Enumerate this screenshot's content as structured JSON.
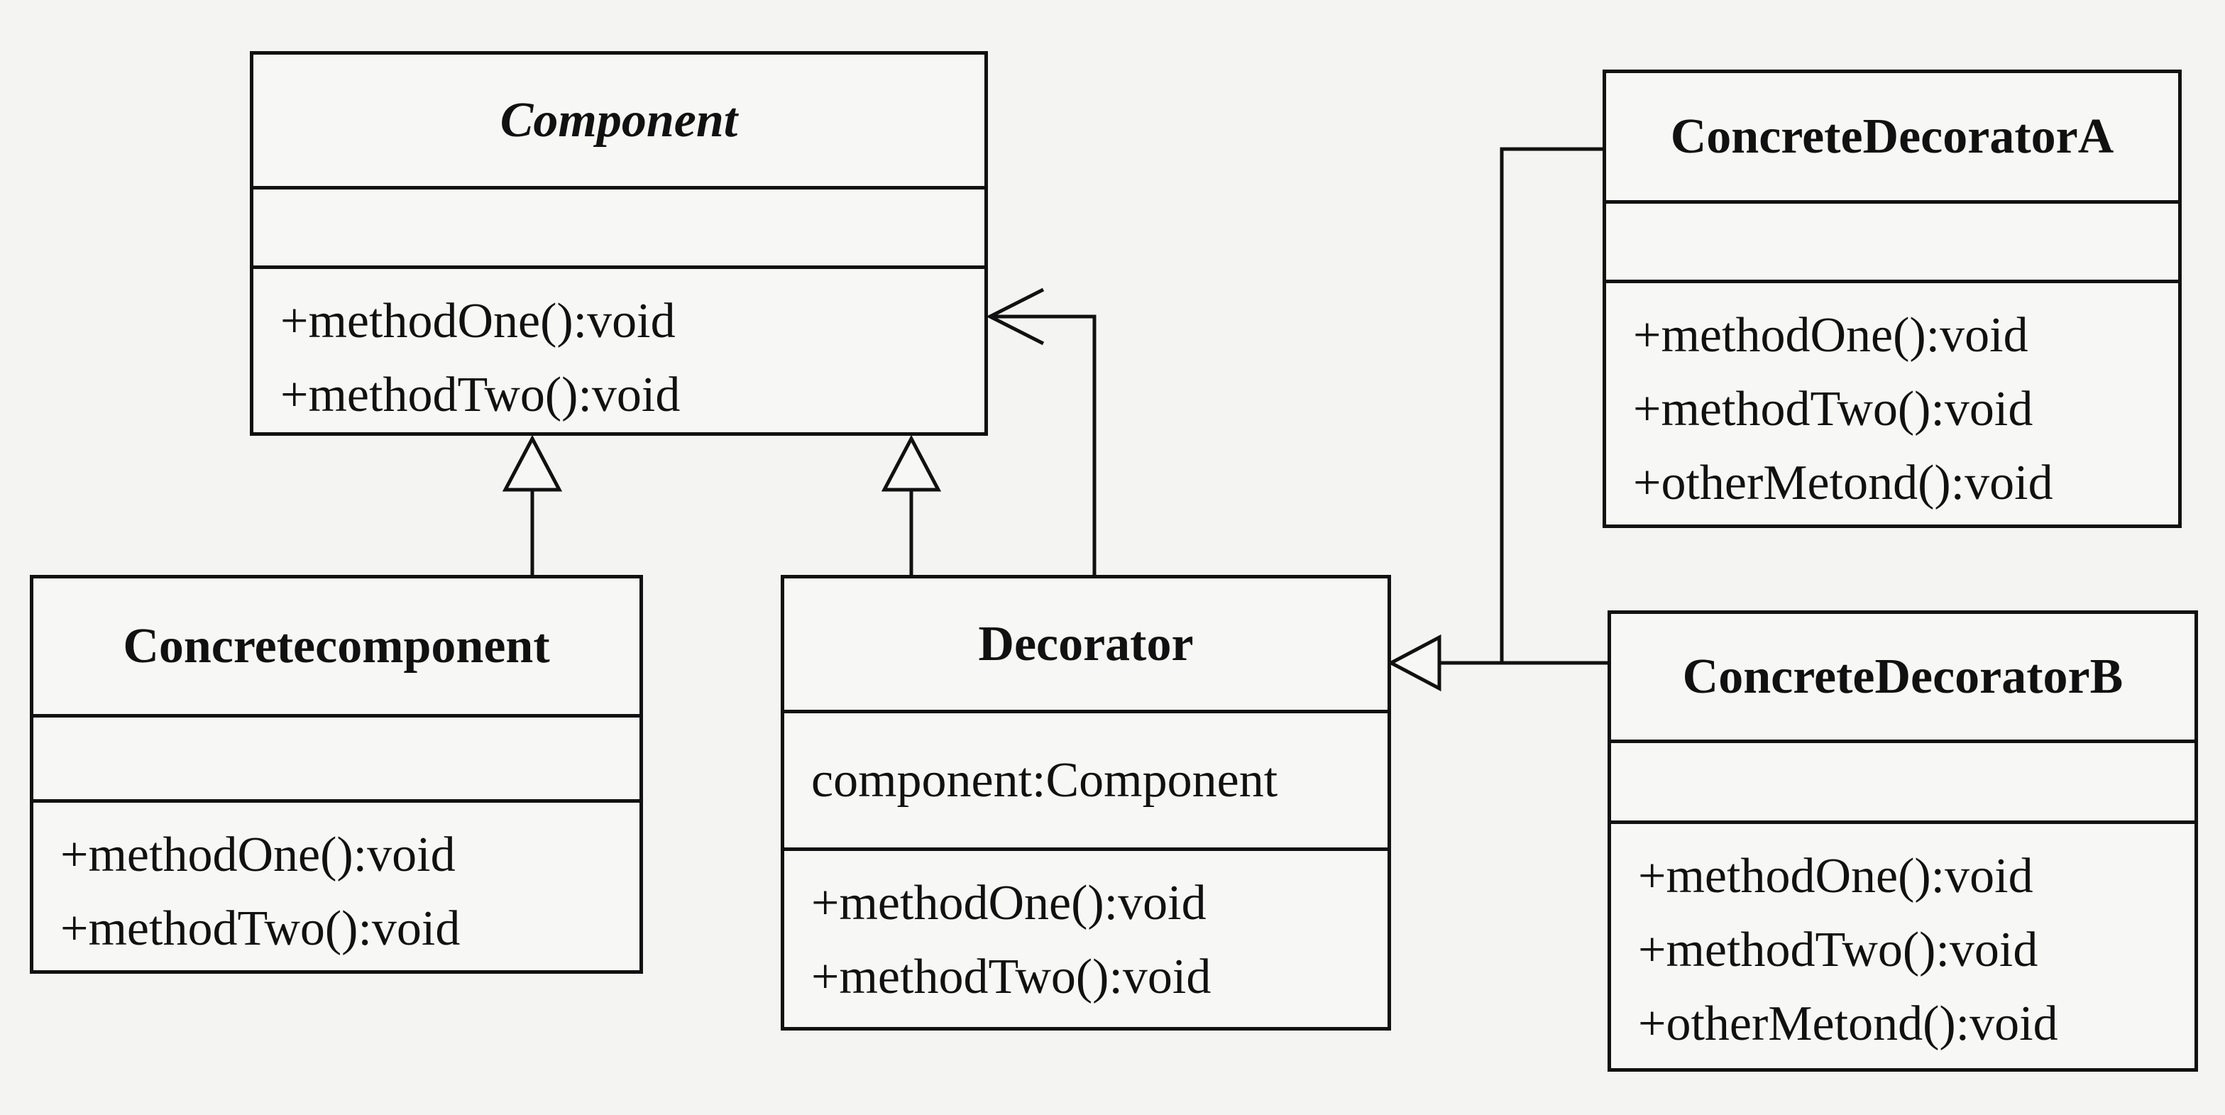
{
  "classes": {
    "component": {
      "name": "Component",
      "attributes": [],
      "methods": [
        "+methodOne():void",
        "+methodTwo():void"
      ]
    },
    "concretecomponent": {
      "name": "Concretecomponent",
      "attributes": [],
      "methods": [
        "+methodOne():void",
        "+methodTwo():void"
      ]
    },
    "decorator": {
      "name": "Decorator",
      "attributes": [
        "component:Component"
      ],
      "methods": [
        "+methodOne():void",
        "+methodTwo():void"
      ]
    },
    "concrete_decorator_a": {
      "name": "ConcreteDecoratorA",
      "attributes": [],
      "methods": [
        "+methodOne():void",
        "+methodTwo():void",
        "+otherMetond():void"
      ]
    },
    "concrete_decorator_b": {
      "name": "ConcreteDecoratorB",
      "attributes": [],
      "methods": [
        "+methodOne():void",
        "+methodTwo():void",
        "+otherMetond():void"
      ]
    }
  },
  "relationships": [
    {
      "type": "generalization",
      "from": "Concretecomponent",
      "to": "Component"
    },
    {
      "type": "generalization",
      "from": "Decorator",
      "to": "Component"
    },
    {
      "type": "association",
      "from": "Decorator",
      "to": "Component"
    },
    {
      "type": "generalization",
      "from": "ConcreteDecoratorA",
      "to": "Decorator"
    },
    {
      "type": "generalization",
      "from": "ConcreteDecoratorB",
      "to": "Decorator"
    }
  ]
}
